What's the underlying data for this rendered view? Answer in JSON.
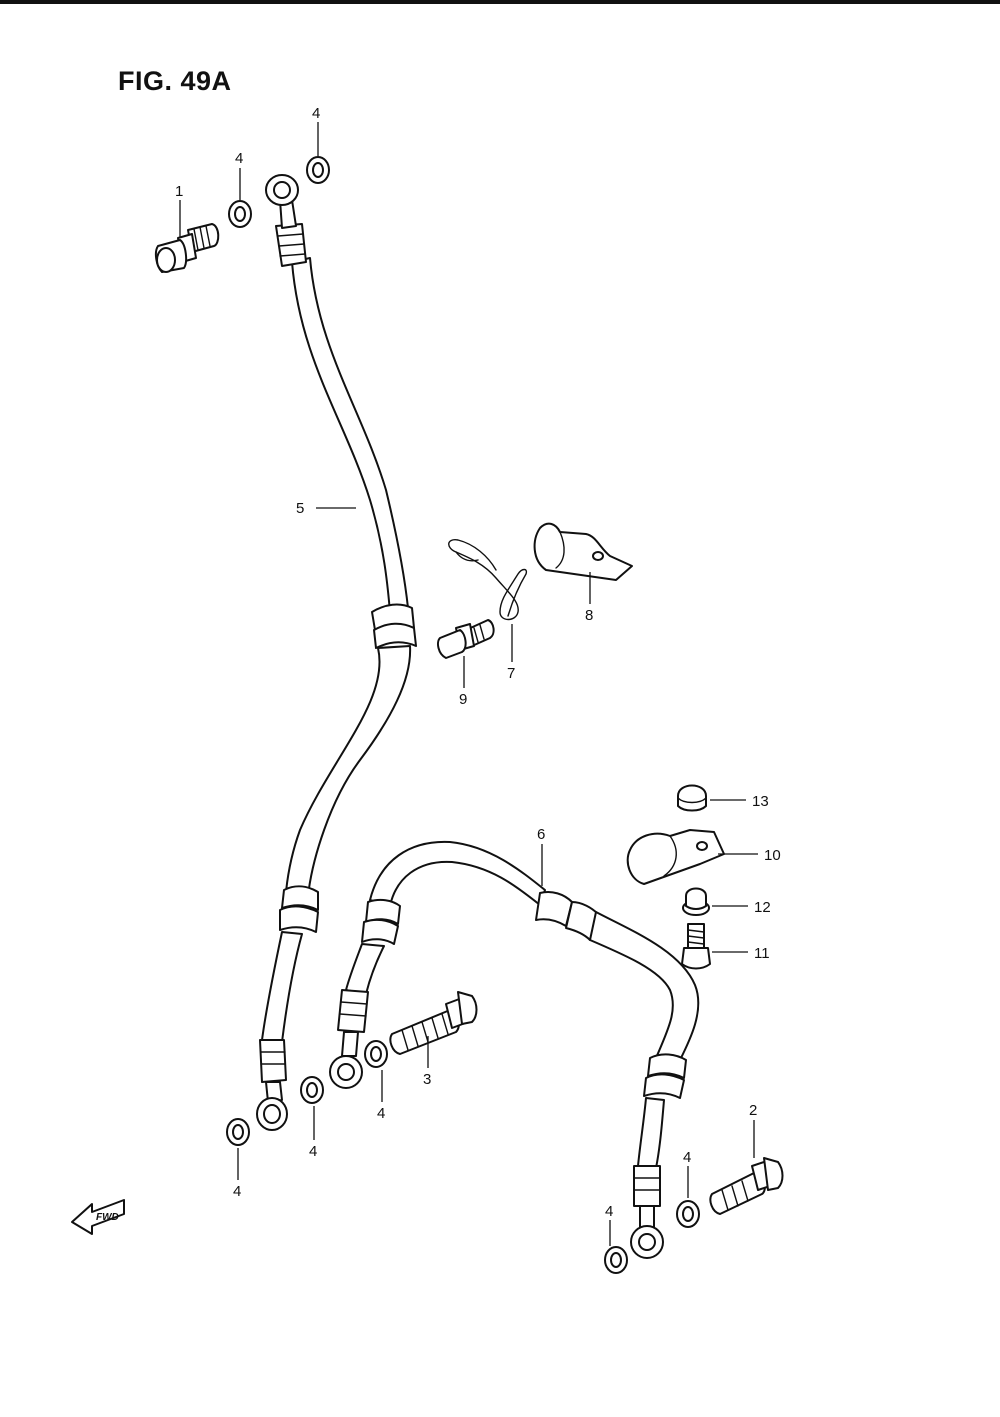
{
  "figure": {
    "title": "FIG. 49A"
  },
  "fwd_badge": "FWD",
  "callouts": [
    {
      "id": "c1",
      "text": "1"
    },
    {
      "id": "c4a",
      "text": "4"
    },
    {
      "id": "c4b",
      "text": "4"
    },
    {
      "id": "c5",
      "text": "5"
    },
    {
      "id": "c8",
      "text": "8"
    },
    {
      "id": "c7",
      "text": "7"
    },
    {
      "id": "c9",
      "text": "9"
    },
    {
      "id": "c13",
      "text": "13"
    },
    {
      "id": "c6",
      "text": "6"
    },
    {
      "id": "c10",
      "text": "10"
    },
    {
      "id": "c12",
      "text": "12"
    },
    {
      "id": "c11",
      "text": "11"
    },
    {
      "id": "c3",
      "text": "3"
    },
    {
      "id": "c4c",
      "text": "4"
    },
    {
      "id": "c4d",
      "text": "4"
    },
    {
      "id": "c4e",
      "text": "4"
    },
    {
      "id": "c2",
      "text": "2"
    },
    {
      "id": "c4f",
      "text": "4"
    },
    {
      "id": "c4g",
      "text": "4"
    }
  ]
}
